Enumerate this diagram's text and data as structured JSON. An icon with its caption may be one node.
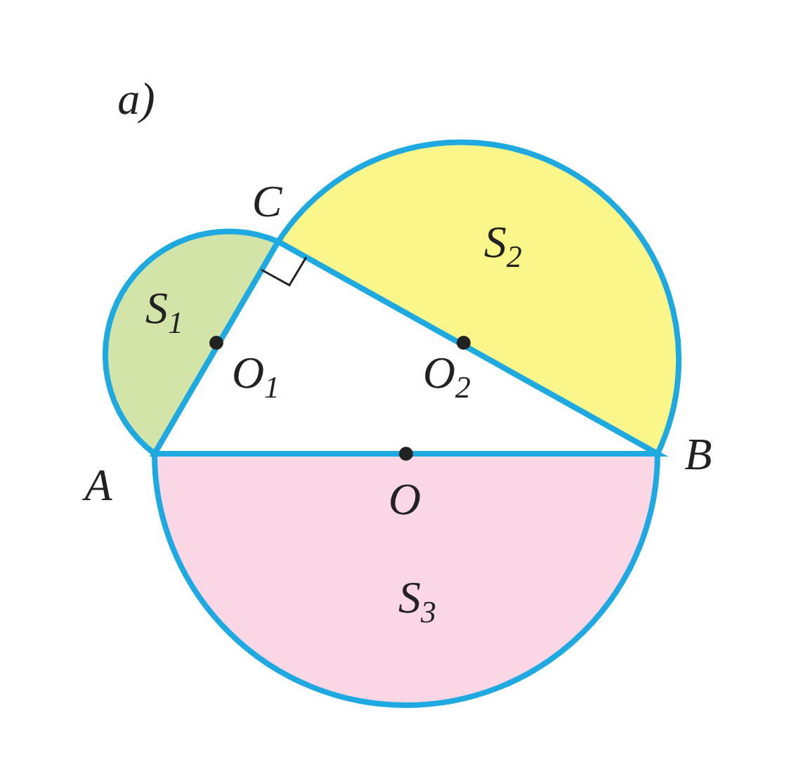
{
  "diagram": {
    "labels": [
      "a)",
      "C",
      "S$_{2}$",
      "S$_{1}$",
      "O$_{1}$",
      "O$_{2}$",
      "A",
      "B",
      "O",
      "S$_{3}$"
    ]
  }
}
